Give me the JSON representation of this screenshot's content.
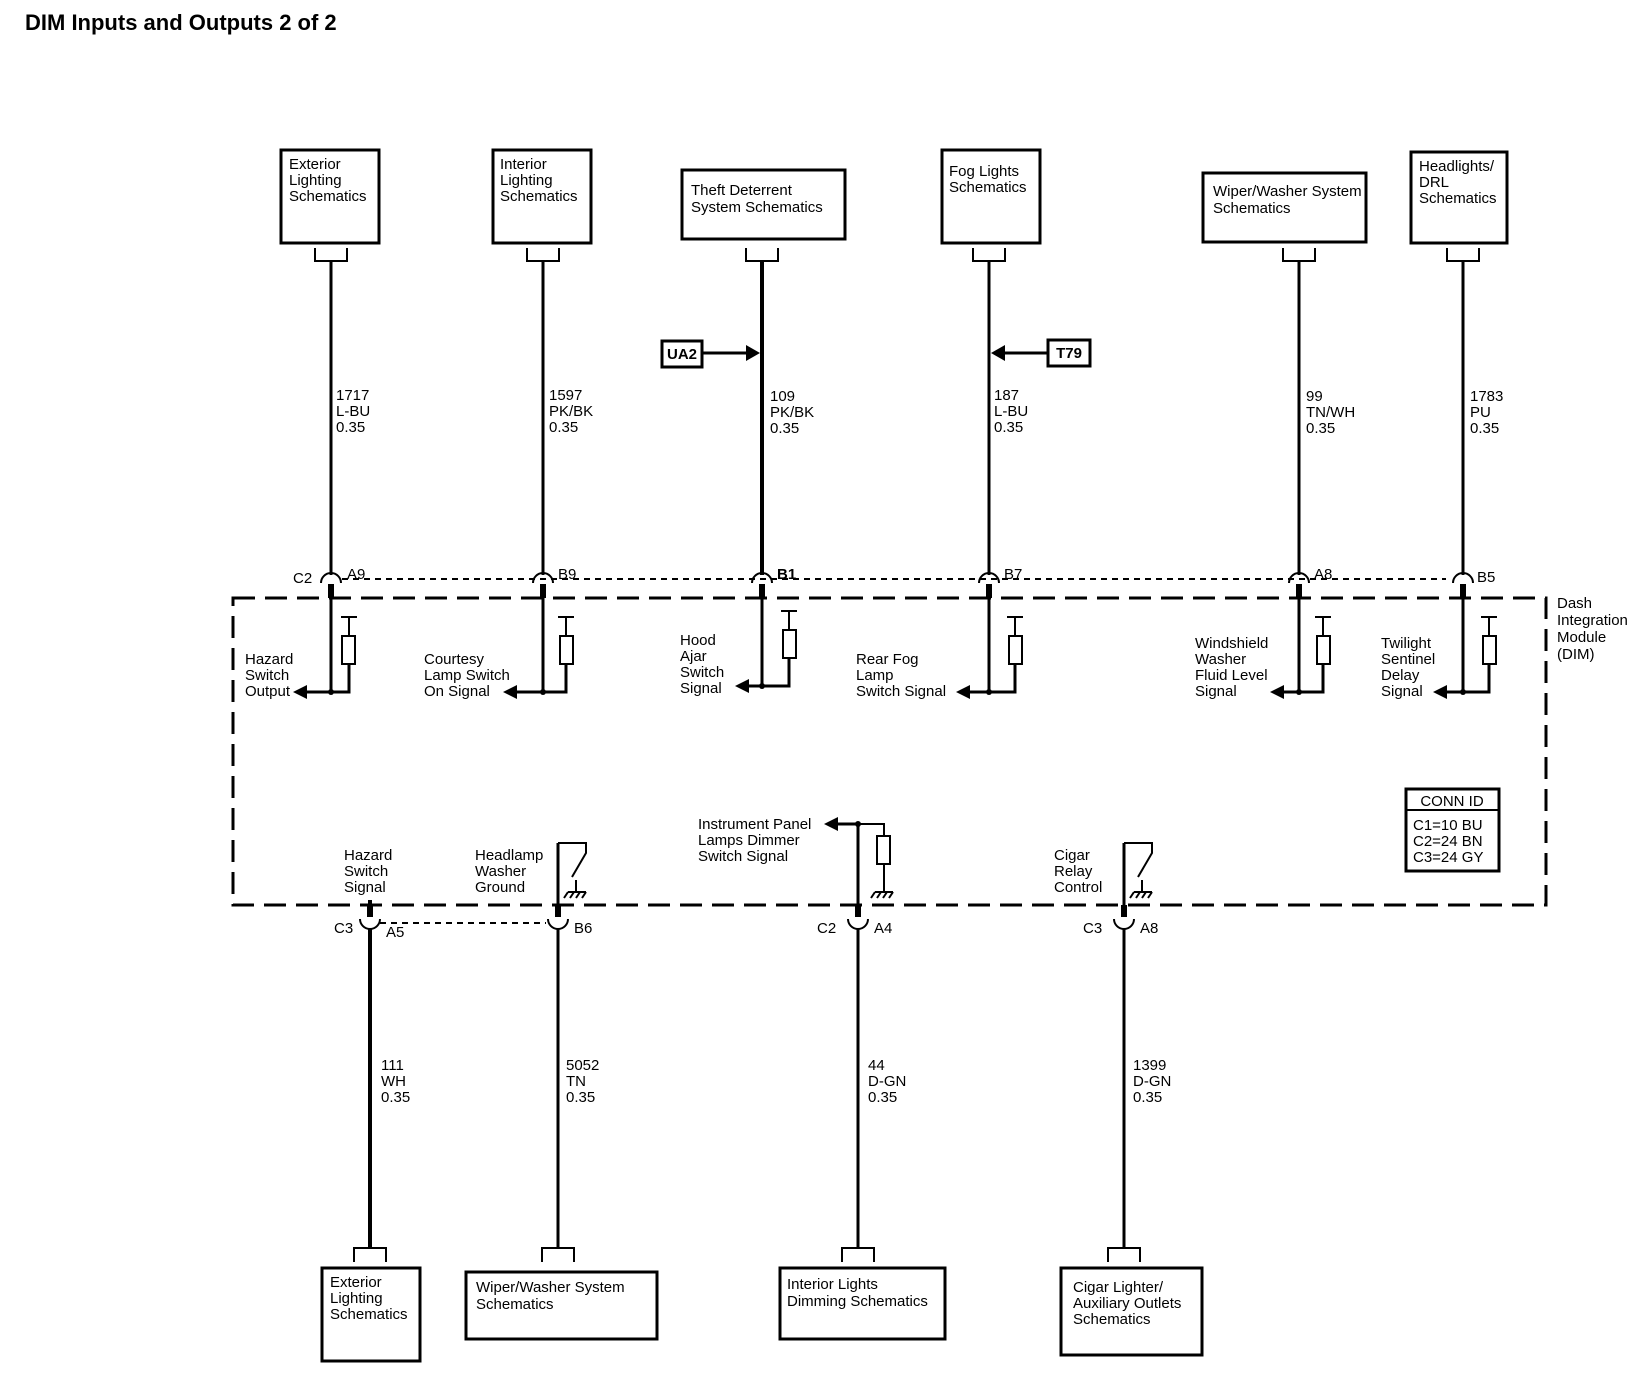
{
  "title": "DIM Inputs and Outputs 2 of 2",
  "module": {
    "lines": [
      "Dash",
      "Integration",
      "Module",
      "(DIM)"
    ]
  },
  "conn_id": {
    "header": "CONN ID",
    "rows": [
      "C1=10 BU",
      "C2=24 BN",
      "C3=24 GY"
    ]
  },
  "top_boxes": [
    {
      "lines": [
        "Exterior",
        "Lighting",
        "Schematics"
      ]
    },
    {
      "lines": [
        "Interior",
        "Lighting",
        "Schematics"
      ]
    },
    {
      "lines": [
        "Theft Deterrent",
        "System Schematics"
      ]
    },
    {
      "lines": [
        "Fog Lights",
        "Schematics"
      ]
    },
    {
      "lines": [
        "Wiper/Washer System",
        "Schematics"
      ]
    },
    {
      "lines": [
        "Headlights/",
        "DRL",
        "Schematics"
      ]
    }
  ],
  "top_wires": [
    {
      "lines": [
        "1717",
        "L-BU",
        "0.35"
      ]
    },
    {
      "lines": [
        "1597",
        "PK/BK",
        "0.35"
      ]
    },
    {
      "lines": [
        "109",
        "PK/BK",
        "0.35"
      ]
    },
    {
      "lines": [
        "187",
        "L-BU",
        "0.35"
      ]
    },
    {
      "lines": [
        "99",
        "TN/WH",
        "0.35"
      ]
    },
    {
      "lines": [
        "1783",
        "PU",
        "0.35"
      ]
    }
  ],
  "top_pins": [
    "A9",
    "B9",
    "B1",
    "B7",
    "A8",
    "B5"
  ],
  "top_connector": "C2",
  "refs": {
    "left": "UA2",
    "right": "T79"
  },
  "top_signals": [
    {
      "lines": [
        "Hazard",
        "Switch",
        "Output"
      ]
    },
    {
      "lines": [
        "Courtesy",
        "Lamp Switch",
        "On Signal"
      ]
    },
    {
      "lines": [
        "Hood",
        "Ajar",
        "Switch",
        "Signal"
      ]
    },
    {
      "lines": [
        "Rear Fog",
        "Lamp",
        "Switch Signal"
      ]
    },
    {
      "lines": [
        "Windshield",
        "Washer",
        "Fluid Level",
        "Signal"
      ]
    },
    {
      "lines": [
        "Twilight",
        "Sentinel",
        "Delay",
        "Signal"
      ]
    }
  ],
  "bottom_signals": [
    {
      "lines": [
        "Hazard",
        "Switch",
        "Signal"
      ]
    },
    {
      "lines": [
        "Headlamp",
        "Washer",
        "Ground"
      ]
    },
    {
      "lines": [
        "Instrument Panel",
        "Lamps Dimmer",
        "Switch Signal"
      ]
    },
    {
      "lines": [
        "Cigar",
        "Relay",
        "Control"
      ]
    }
  ],
  "bottom_connectors": [
    "C3",
    "C2",
    "C3"
  ],
  "bottom_pins": [
    "A5",
    "B6",
    "A4",
    "A8"
  ],
  "bottom_wires": [
    {
      "lines": [
        "111",
        "WH",
        "0.35"
      ]
    },
    {
      "lines": [
        "5052",
        "TN",
        "0.35"
      ]
    },
    {
      "lines": [
        "44",
        "D-GN",
        "0.35"
      ]
    },
    {
      "lines": [
        "1399",
        "D-GN",
        "0.35"
      ]
    }
  ],
  "bottom_boxes": [
    {
      "lines": [
        "Exterior",
        "Lighting",
        "Schematics"
      ]
    },
    {
      "lines": [
        "Wiper/Washer System",
        "Schematics"
      ]
    },
    {
      "lines": [
        "Interior Lights",
        "Dimming Schematics"
      ]
    },
    {
      "lines": [
        "Cigar Lighter/",
        "Auxiliary Outlets",
        "Schematics"
      ]
    }
  ]
}
